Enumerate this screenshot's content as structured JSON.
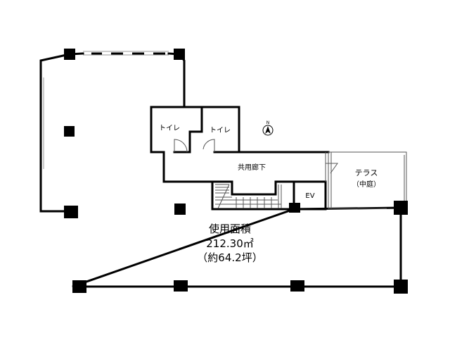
{
  "rooms": {
    "toilet_left": "トイレ",
    "toilet_right": "トイレ",
    "corridor": "共用廊下",
    "terrace": "テラス",
    "terrace_sub": "（中庭）",
    "elevator": "EV"
  },
  "area": {
    "label": "使用面積",
    "value": "212.30㎡",
    "tsubo": "（約64.2坪）"
  },
  "compass": {
    "letter": "N"
  },
  "colors": {
    "wall": "#000000",
    "background": "#ffffff"
  }
}
